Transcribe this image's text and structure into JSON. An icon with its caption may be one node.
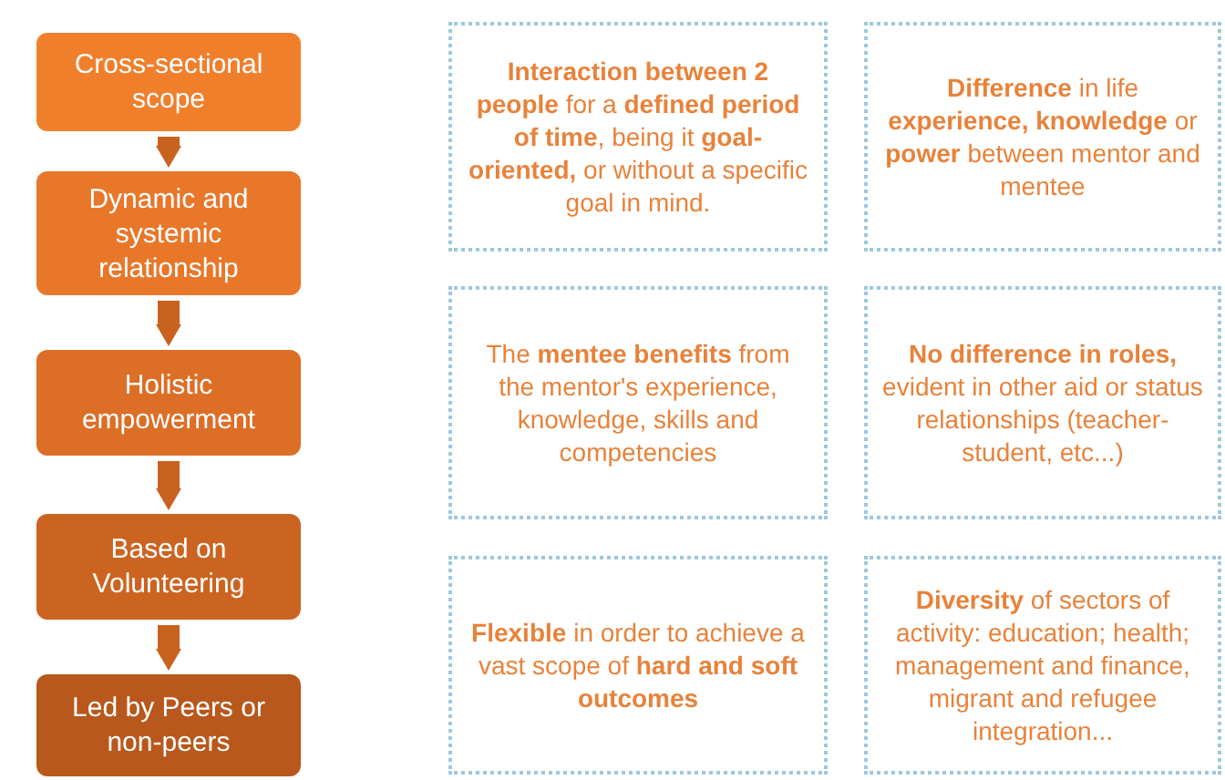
{
  "diagram": {
    "nodes": [
      {
        "text": [
          "Cross-sectional scope"
        ]
      },
      {
        "text": [
          "Dynamic and systemic relationship"
        ]
      },
      {
        "text": [
          "Holistic empowerment"
        ]
      },
      {
        "text": [
          "Based on Volunteering"
        ]
      },
      {
        "text": [
          "Led by Peers or non-peers"
        ]
      },
      {
        "text": [
          "**Interaction between 2 people** for a **defined period of time**, being it **goal-oriented,** or without a specific goal in mind."
        ]
      },
      {
        "text": [
          "**Difference** in life **experience, knowledge** or **power** between mentor and mentee"
        ]
      },
      {
        "text": [
          "The **mentee benefits** from the mentor's experience, knowledge, skills and competencies"
        ]
      },
      {
        "text": [
          "**No difference in roles,** evident in other aid or status relationships (teacher-student, etc...)"
        ]
      },
      {
        "text": [
          "**Flexible** in order to achieve a vast scope of **hard and soft outcomes**"
        ]
      },
      {
        "text": [
          "**Diversity** of sectors of activity: education; health; management and finance, migrant and refugee integration..."
        ]
      }
    ],
    "edges": [
      {
        "from": 0,
        "to": 1,
        "arrow": "to"
      },
      {
        "from": 1,
        "to": 2,
        "arrow": "to"
      },
      {
        "from": 2,
        "to": 3,
        "arrow": "to"
      },
      {
        "from": 3,
        "to": 4,
        "arrow": "to"
      }
    ]
  }
}
